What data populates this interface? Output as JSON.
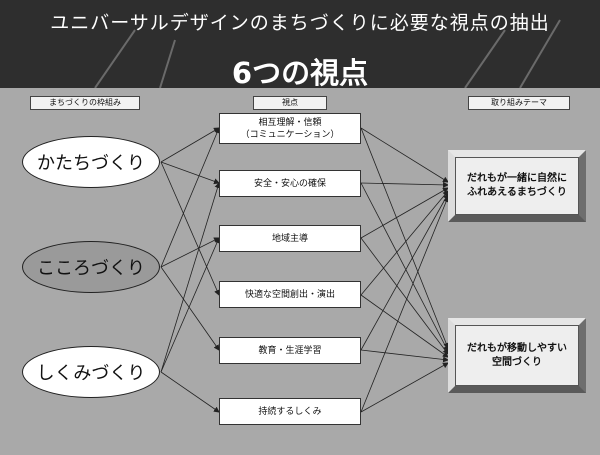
{
  "title": "ユニバーサルデザインのまちづくりに必要な視点の抽出",
  "subtitle": "6つの視点",
  "headers": {
    "frame": "まちづくりの枠組み",
    "viewpoints": "視点",
    "themes": "取り組みテーマ"
  },
  "frameworks": [
    {
      "label": "かたちづくり",
      "fill": "#ffffff"
    },
    {
      "label": "こころづくり",
      "fill": "#9a9a9a"
    },
    {
      "label": "しくみづくり",
      "fill": "#ffffff"
    }
  ],
  "viewpoints": [
    {
      "lines": [
        "相互理解・信頼",
        "（コミュニケーション）"
      ]
    },
    {
      "lines": [
        "安全・安心の確保"
      ]
    },
    {
      "lines": [
        "地域主導"
      ]
    },
    {
      "lines": [
        "快適な空間創出・演出"
      ]
    },
    {
      "lines": [
        "教育・生涯学習"
      ]
    },
    {
      "lines": [
        "持続するしくみ"
      ]
    }
  ],
  "themes": [
    {
      "lines": [
        "だれもが一緒に自然に",
        "ふれあえるまちづくり"
      ]
    },
    {
      "lines": [
        "だれもが移動しやすい",
        "空間づくり"
      ]
    }
  ],
  "colors": {
    "background": "#a9a9a9",
    "title_band": "#2e2e2e",
    "arrow": "#222222"
  }
}
